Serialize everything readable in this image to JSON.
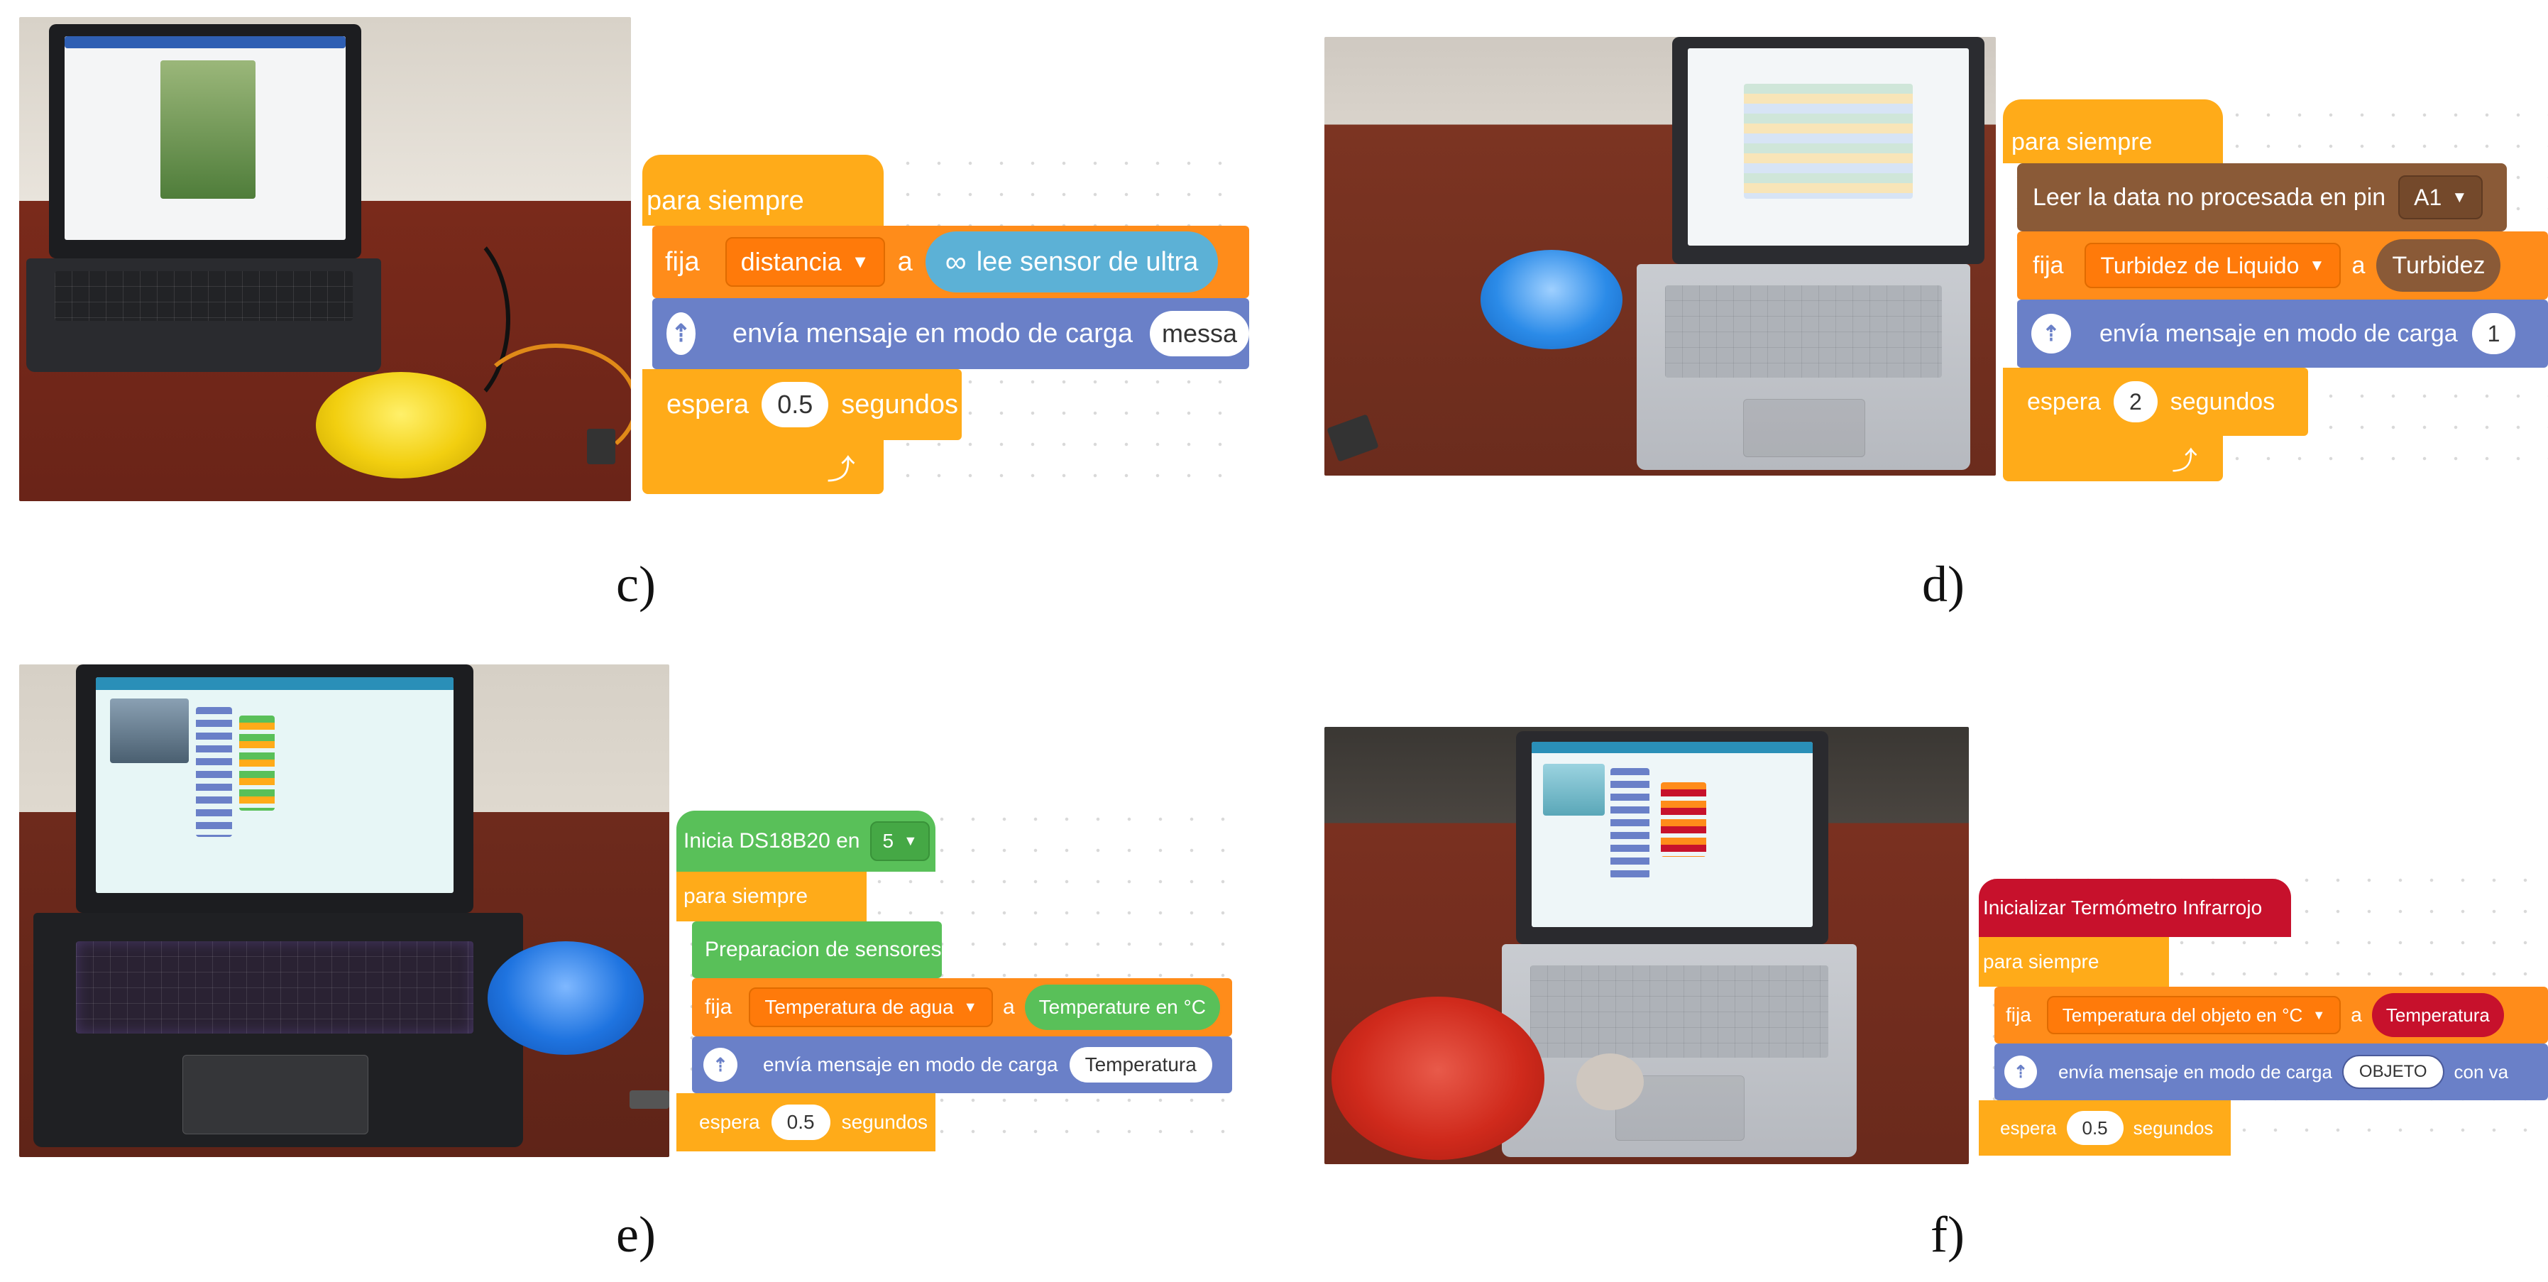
{
  "captions": {
    "c": "c)",
    "d": "d)",
    "e": "e)",
    "f": "f)"
  },
  "panel_c": {
    "hat": "para siempre",
    "set_label": "fija",
    "variable": "distancia",
    "to_label": "a",
    "sensor_block": "lee sensor de ultra",
    "send_label": "envía mensaje en modo de carga",
    "send_value": "messa",
    "wait_label": "espera",
    "wait_value": "0.5",
    "wait_unit": "segundos"
  },
  "panel_d": {
    "hat": "para siempre",
    "read_label": "Leer la data no procesada en pin",
    "pin": "A1",
    "set_label": "fija",
    "variable": "Turbidez de Liquido",
    "to_label": "a",
    "value_block": "Turbidez",
    "send_label": "envía mensaje en modo de carga",
    "send_value": "1",
    "wait_label": "espera",
    "wait_value": "2",
    "wait_unit": "segundos"
  },
  "panel_e": {
    "init_label": "Inicia DS18B20 en",
    "init_pin": "5",
    "hat": "para siempre",
    "prep_label": "Preparacion de sensores",
    "set_label": "fija",
    "variable": "Temperatura de agua",
    "to_label": "a",
    "value_block": "Temperature en °C",
    "send_label": "envía mensaje en modo de carga",
    "send_value": "Temperatura",
    "wait_label": "espera",
    "wait_value": "0.5",
    "wait_unit": "segundos"
  },
  "panel_f": {
    "init_label": "Inicializar Termómetro Infrarrojo",
    "hat": "para siempre",
    "set_label": "fija",
    "variable": "Temperatura del objeto en °C",
    "to_label": "a",
    "value_block": "Temperatura",
    "send_label": "envía mensaje en modo de carga",
    "send_value": "OBJETO",
    "send_suffix": "con va",
    "wait_label": "espera",
    "wait_value": "0.5",
    "wait_unit": "segundos"
  },
  "icons": {
    "arduino": "arduino-infinity-icon",
    "broadcast": "broadcast-signal-icon",
    "loop_arrow": "loop-arrow-icon",
    "caret": "dropdown-caret-icon"
  },
  "colors": {
    "control_orange": "#ffab19",
    "variables_orange": "#ff8c1a",
    "sensor_cyan": "#5cb1d6",
    "broadcast_blue": "#6a80c8",
    "io_brown": "#8a5a37",
    "init_green": "#59c059",
    "init_red": "#c7112c"
  }
}
